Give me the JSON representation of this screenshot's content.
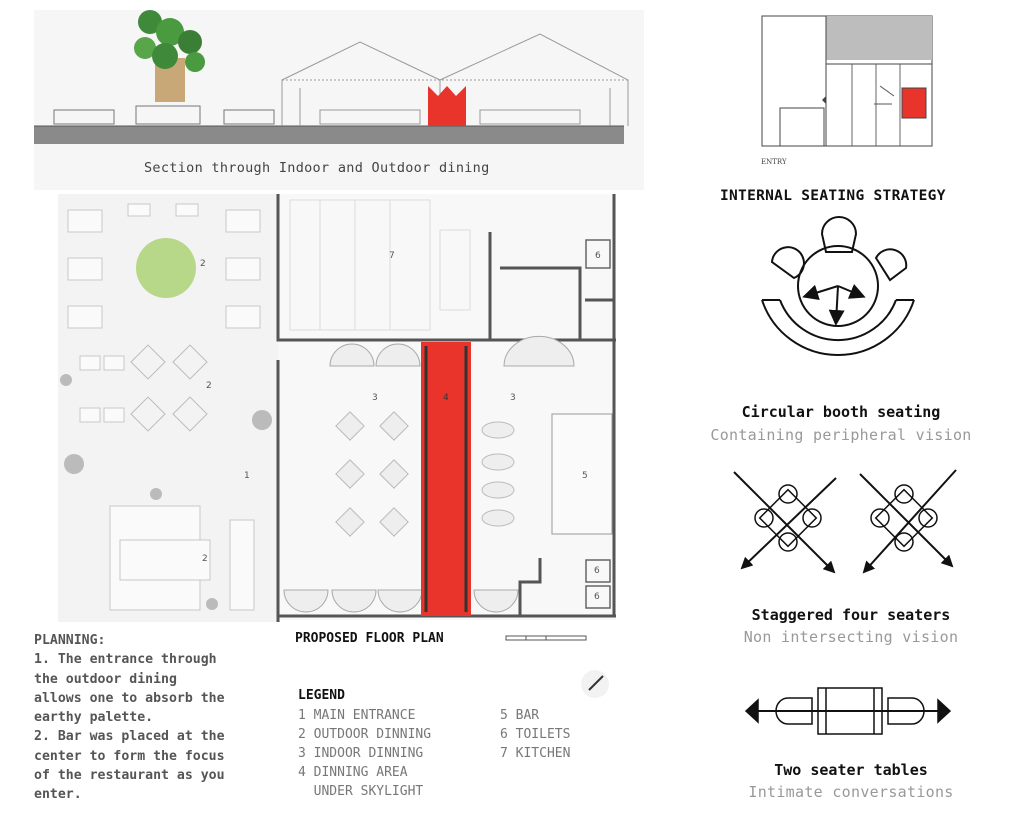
{
  "section": {
    "caption": "Section through Indoor and Outdoor dining"
  },
  "plan": {
    "title": "PROPOSED FLOOR PLAN",
    "zone_numbers": [
      "1",
      "2",
      "3",
      "4",
      "5",
      "6",
      "7"
    ],
    "accent_color": "#e8342b"
  },
  "legend": {
    "title": "LEGEND",
    "left_items": [
      "1 MAIN ENTRANCE",
      "2 OUTDOOR DINNING",
      "3 INDOOR DINNING",
      "4 DINNING AREA",
      "  UNDER SKYLIGHT"
    ],
    "right_items": [
      "5 BAR",
      "6 TOILETS",
      "7 KITCHEN"
    ]
  },
  "planning": {
    "lines": [
      "PLANNING:",
      "1. The entrance through",
      "the outdoor dining",
      "allows one to absorb the",
      "earthy palette.",
      "2. Bar was placed at the",
      "center to form the focus",
      "of the restaurant as you",
      "enter."
    ]
  },
  "strategy": {
    "title": "INTERNAL SEATING STRATEGY",
    "key_plan_label": "ENTRY",
    "items": [
      {
        "title": "Circular booth seating",
        "subtitle": "Containing peripheral vision"
      },
      {
        "title": "Staggered four seaters",
        "subtitle": "Non intersecting vision"
      },
      {
        "title": "Two seater tables",
        "subtitle": "Intimate conversations"
      }
    ]
  }
}
